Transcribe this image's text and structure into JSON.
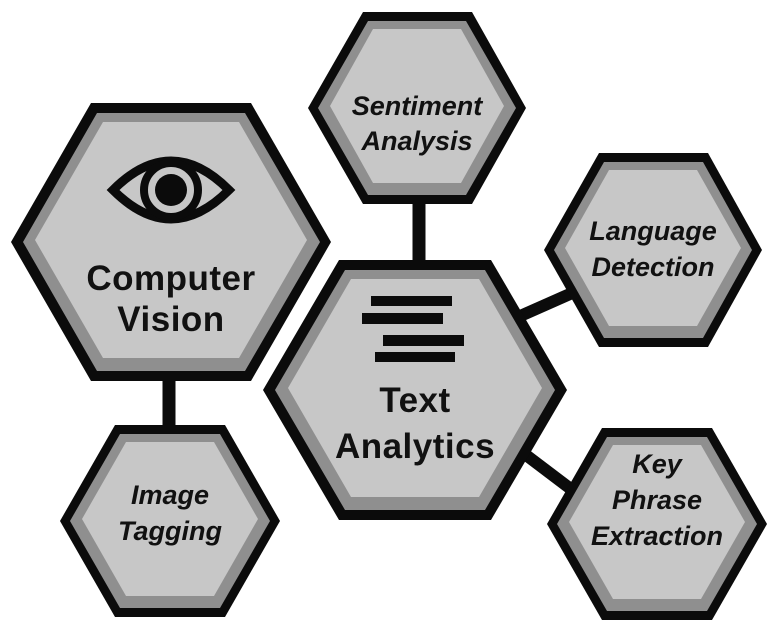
{
  "diagram": {
    "type": "hexagon-cluster-diagram",
    "colors": {
      "background": "#ffffff",
      "node_fill": "#c7c7c7",
      "node_inner_border": "#8f8f8f",
      "node_outline": "#0b0b0b",
      "connector": "#0b0b0b",
      "text": "#111111"
    },
    "nodes": {
      "computer_vision": {
        "label": "Computer Vision",
        "line1": "Computer",
        "line2": "Vision",
        "icon": "eye-icon",
        "size": "large"
      },
      "sentiment_analysis": {
        "label": "Sentiment Analysis",
        "line1": "Sentiment",
        "line2": "Analysis",
        "size": "small"
      },
      "language_detection": {
        "label": "Language Detection",
        "line1": "Language",
        "line2": "Detection",
        "size": "small"
      },
      "text_analytics": {
        "label": "Text Analytics",
        "line1": "Text",
        "line2": "Analytics",
        "icon": "text-lines-icon",
        "size": "large"
      },
      "image_tagging": {
        "label": "Image Tagging",
        "line1": "Image",
        "line2": "Tagging",
        "size": "small"
      },
      "key_phrase_extraction": {
        "label": "Key Phrase Extraction",
        "line1": "Key",
        "line2": "Phrase",
        "line3": "Extraction",
        "size": "small"
      }
    },
    "connections": [
      {
        "from": "text_analytics",
        "to": "sentiment_analysis"
      },
      {
        "from": "text_analytics",
        "to": "language_detection"
      },
      {
        "from": "text_analytics",
        "to": "key_phrase_extraction"
      },
      {
        "from": "computer_vision",
        "to": "image_tagging"
      }
    ]
  }
}
